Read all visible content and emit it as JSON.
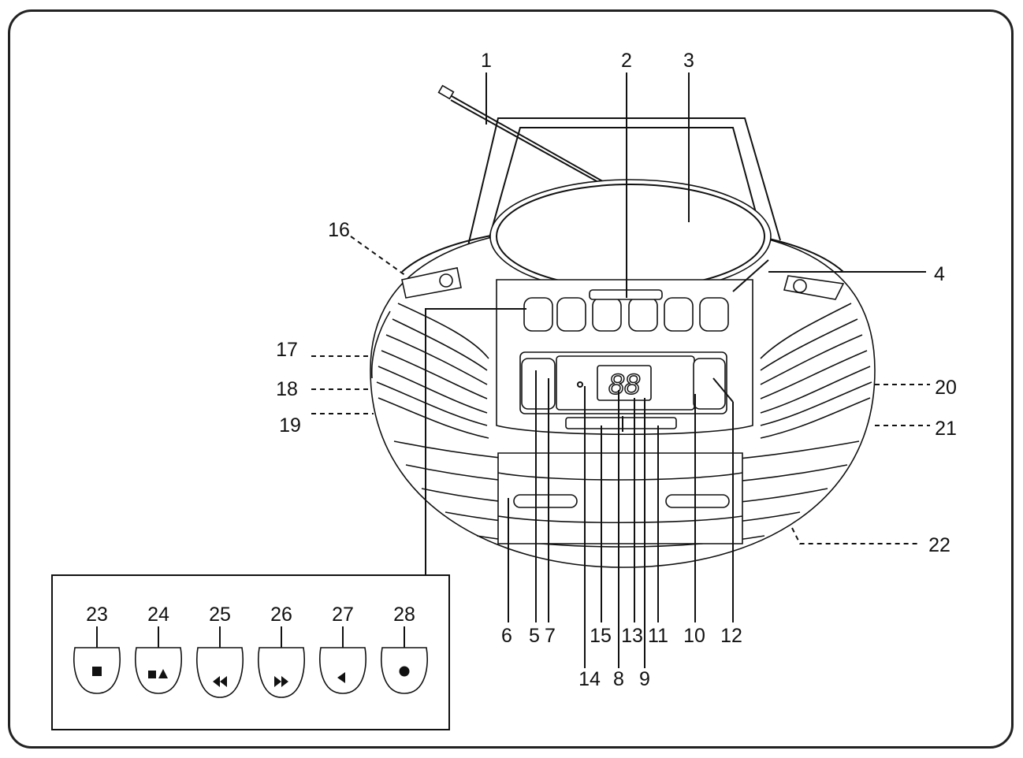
{
  "display": {
    "digits": "88"
  },
  "callouts": {
    "c1": "1",
    "c2": "2",
    "c3": "3",
    "c4": "4",
    "c5": "5",
    "c6": "6",
    "c7": "7",
    "c8": "8",
    "c9": "9",
    "c10": "10",
    "c11": "11",
    "c12": "12",
    "c13": "13",
    "c14": "14",
    "c15": "15",
    "c16": "16",
    "c17": "17",
    "c18": "18",
    "c19": "19",
    "c20": "20",
    "c21": "21",
    "c22": "22",
    "c23": "23",
    "c24": "24",
    "c25": "25",
    "c26": "26",
    "c27": "27",
    "c28": "28"
  },
  "inset_buttons": [
    {
      "label": "23",
      "icon": "stop-icon"
    },
    {
      "label": "24",
      "icon": "stop-eject-icon"
    },
    {
      "label": "25",
      "icon": "rewind-icon"
    },
    {
      "label": "26",
      "icon": "fast-forward-icon"
    },
    {
      "label": "27",
      "icon": "play-icon"
    },
    {
      "label": "28",
      "icon": "record-icon"
    }
  ]
}
